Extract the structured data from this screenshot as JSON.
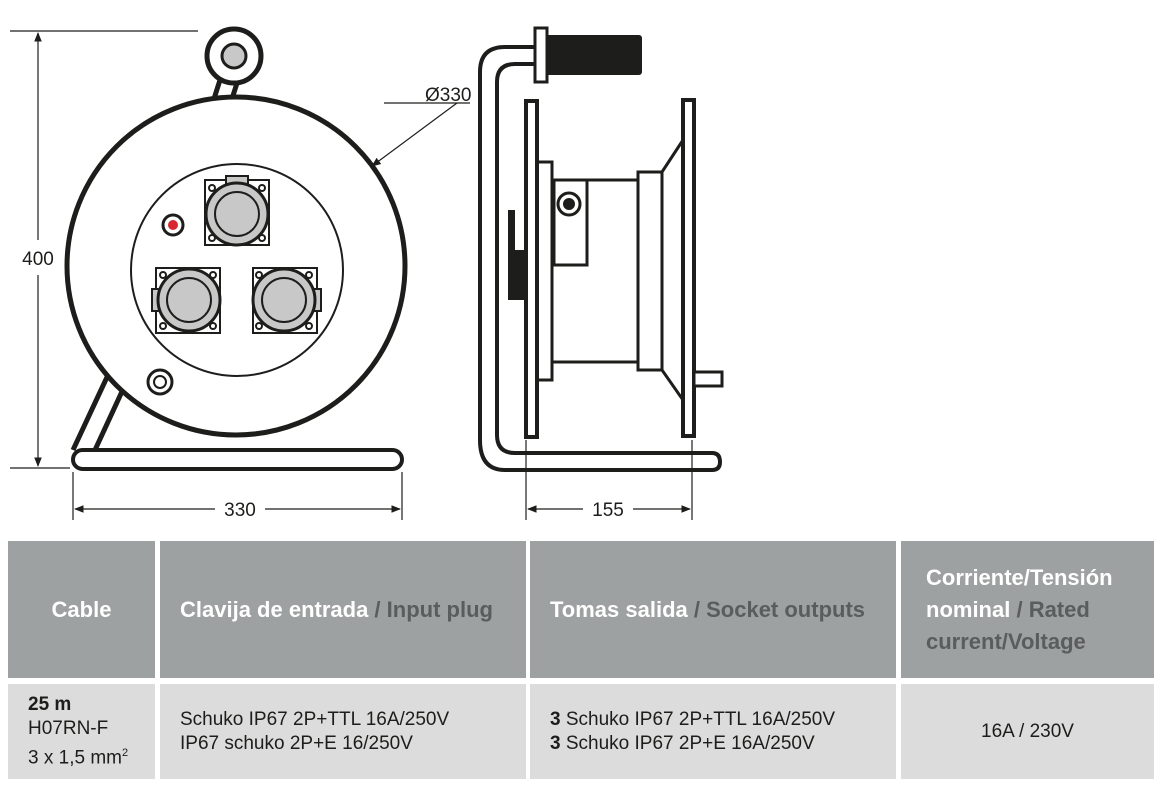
{
  "drawing": {
    "dim_height": "400",
    "dim_width_front": "330",
    "dim_diameter": "Ø330",
    "dim_width_side": "155",
    "colors": {
      "line": "#1d1d1b",
      "lamp": "#d7282f",
      "socket_fill": "#c8c8c8",
      "handle": "#1d1d1b"
    }
  },
  "table": {
    "headers": {
      "cable": "Cable",
      "input_es": "Clavija de entrada",
      "input_sep": " / ",
      "input_en": "Input plug",
      "outputs_es": "Tomas salida",
      "outputs_sep": " / ",
      "outputs_en": "Socket outputs",
      "rating_es": "Corriente/Tensión nominal",
      "rating_sep": " / ",
      "rating_en": "Rated current/Voltage"
    },
    "row": {
      "cable_length": "25 m",
      "cable_type": "H07RN-F",
      "cable_section": "3 x 1,5 mm",
      "cable_section_sup": "2",
      "input_line1": "Schuko IP67 2P+TTL 16A/250V",
      "input_line2": "IP67 schuko 2P+E 16/250V",
      "output1_qty": "3",
      "output1_text": " Schuko IP67 2P+TTL 16A/250V",
      "output2_qty": "3",
      "output2_text": " Schuko IP67 2P+E 16A/250V",
      "rating": "16A / 230V"
    }
  }
}
